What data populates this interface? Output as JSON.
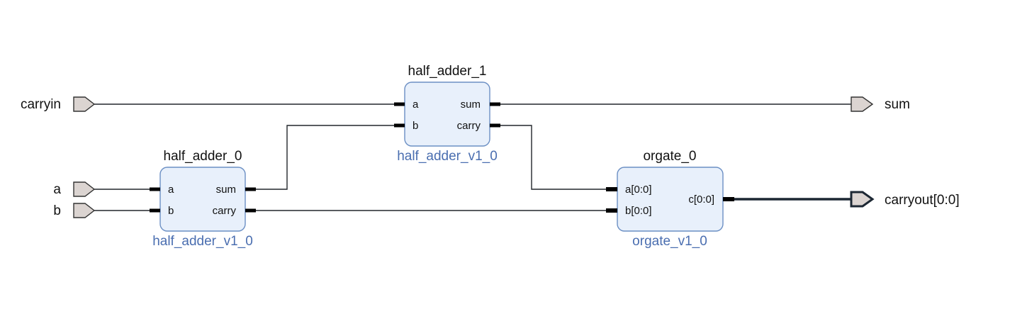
{
  "ports": {
    "carryin": "carryin",
    "a": "a",
    "b": "b",
    "sum": "sum",
    "carryout": "carryout[0:0]"
  },
  "blocks": {
    "half_adder_0": {
      "instance": "half_adder_0",
      "cell": "half_adder_v1_0",
      "pin_a": "a",
      "pin_b": "b",
      "pin_sum": "sum",
      "pin_carry": "carry"
    },
    "half_adder_1": {
      "instance": "half_adder_1",
      "cell": "half_adder_v1_0",
      "pin_a": "a",
      "pin_b": "b",
      "pin_sum": "sum",
      "pin_carry": "carry"
    },
    "orgate_0": {
      "instance": "orgate_0",
      "cell": "orgate_v1_0",
      "pin_a": "a[0:0]",
      "pin_b": "b[0:0]",
      "pin_c": "c[0:0]"
    }
  }
}
